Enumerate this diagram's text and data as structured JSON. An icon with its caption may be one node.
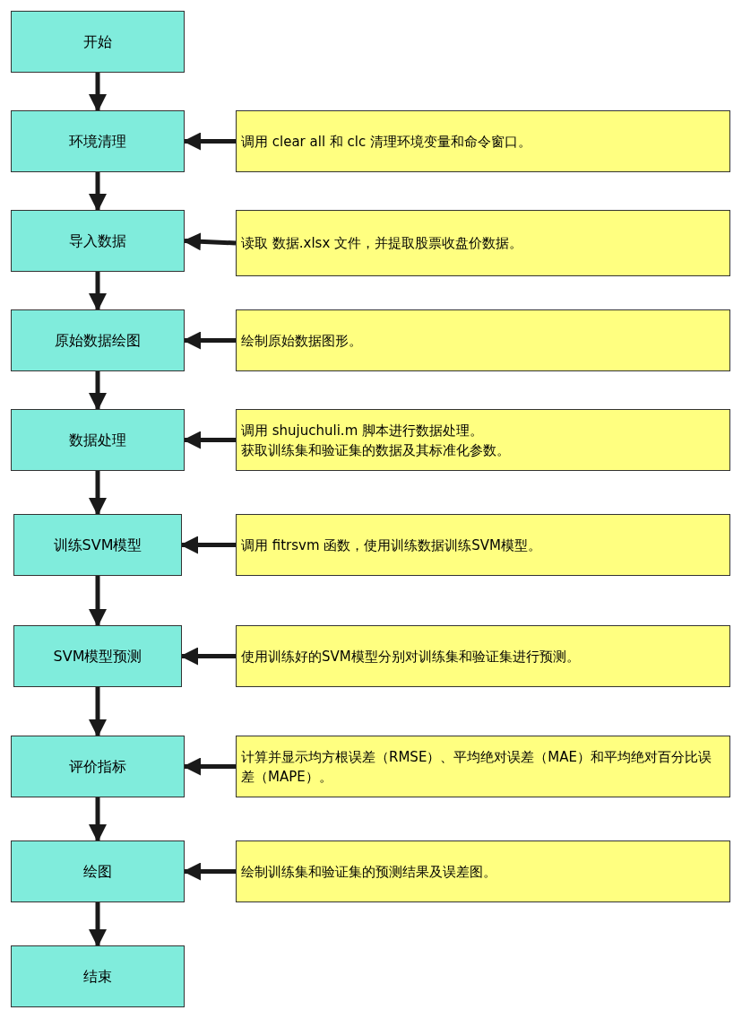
{
  "diagram": {
    "nodes": [
      {
        "text": [
          "开始"
        ]
      },
      {
        "text": [
          "环境清理"
        ]
      },
      {
        "text": [
          "调用 clear all 和 clc 清理环境变量和命令窗口。"
        ]
      },
      {
        "text": [
          "导入数据"
        ]
      },
      {
        "text": [
          "读取 数据.xlsx 文件，并提取股票收盘价数据。"
        ]
      },
      {
        "text": [
          "原始数据绘图"
        ]
      },
      {
        "text": [
          "绘制原始数据图形。"
        ]
      },
      {
        "text": [
          "数据处理"
        ]
      },
      {
        "text": [
          "调用 shujuchuli.m 脚本进行数据处理。",
          "获取训练集和验证集的数据及其标准化参数。"
        ]
      },
      {
        "text": [
          "训练SVM模型"
        ]
      },
      {
        "text": [
          "调用 fitrsvm 函数，使用训练数据训练SVM模型。"
        ]
      },
      {
        "text": [
          "SVM模型预测"
        ]
      },
      {
        "text": [
          "使用训练好的SVM模型分别对训练集和验证集进行预测。"
        ]
      },
      {
        "text": [
          "评价指标"
        ]
      },
      {
        "text": [
          "计算并显示均方根误差（RMSE）、平均绝对误差（MAE）和平均绝对百分比误差（MAPE）。"
        ]
      },
      {
        "text": [
          "绘图"
        ]
      },
      {
        "text": [
          "绘制训练集和验证集的预测结果及误差图。"
        ]
      },
      {
        "text": [
          "结束"
        ]
      }
    ],
    "edges": [
      {
        "from": 0,
        "to": 1,
        "arrow": "to"
      },
      {
        "from": 2,
        "to": 1,
        "arrow": "to"
      },
      {
        "from": 1,
        "to": 3,
        "arrow": "to"
      },
      {
        "from": 4,
        "to": 3,
        "arrow": "to"
      },
      {
        "from": 3,
        "to": 5,
        "arrow": "to"
      },
      {
        "from": 6,
        "to": 5,
        "arrow": "to"
      },
      {
        "from": 5,
        "to": 7,
        "arrow": "to"
      },
      {
        "from": 8,
        "to": 7,
        "arrow": "to"
      },
      {
        "from": 7,
        "to": 9,
        "arrow": "to"
      },
      {
        "from": 10,
        "to": 9,
        "arrow": "to"
      },
      {
        "from": 9,
        "to": 11,
        "arrow": "to"
      },
      {
        "from": 12,
        "to": 11,
        "arrow": "to"
      },
      {
        "from": 11,
        "to": 13,
        "arrow": "to"
      },
      {
        "from": 14,
        "to": 13,
        "arrow": "to"
      },
      {
        "from": 13,
        "to": 15,
        "arrow": "to"
      },
      {
        "from": 16,
        "to": 15,
        "arrow": "to"
      },
      {
        "from": 15,
        "to": 17,
        "arrow": "to"
      }
    ]
  }
}
